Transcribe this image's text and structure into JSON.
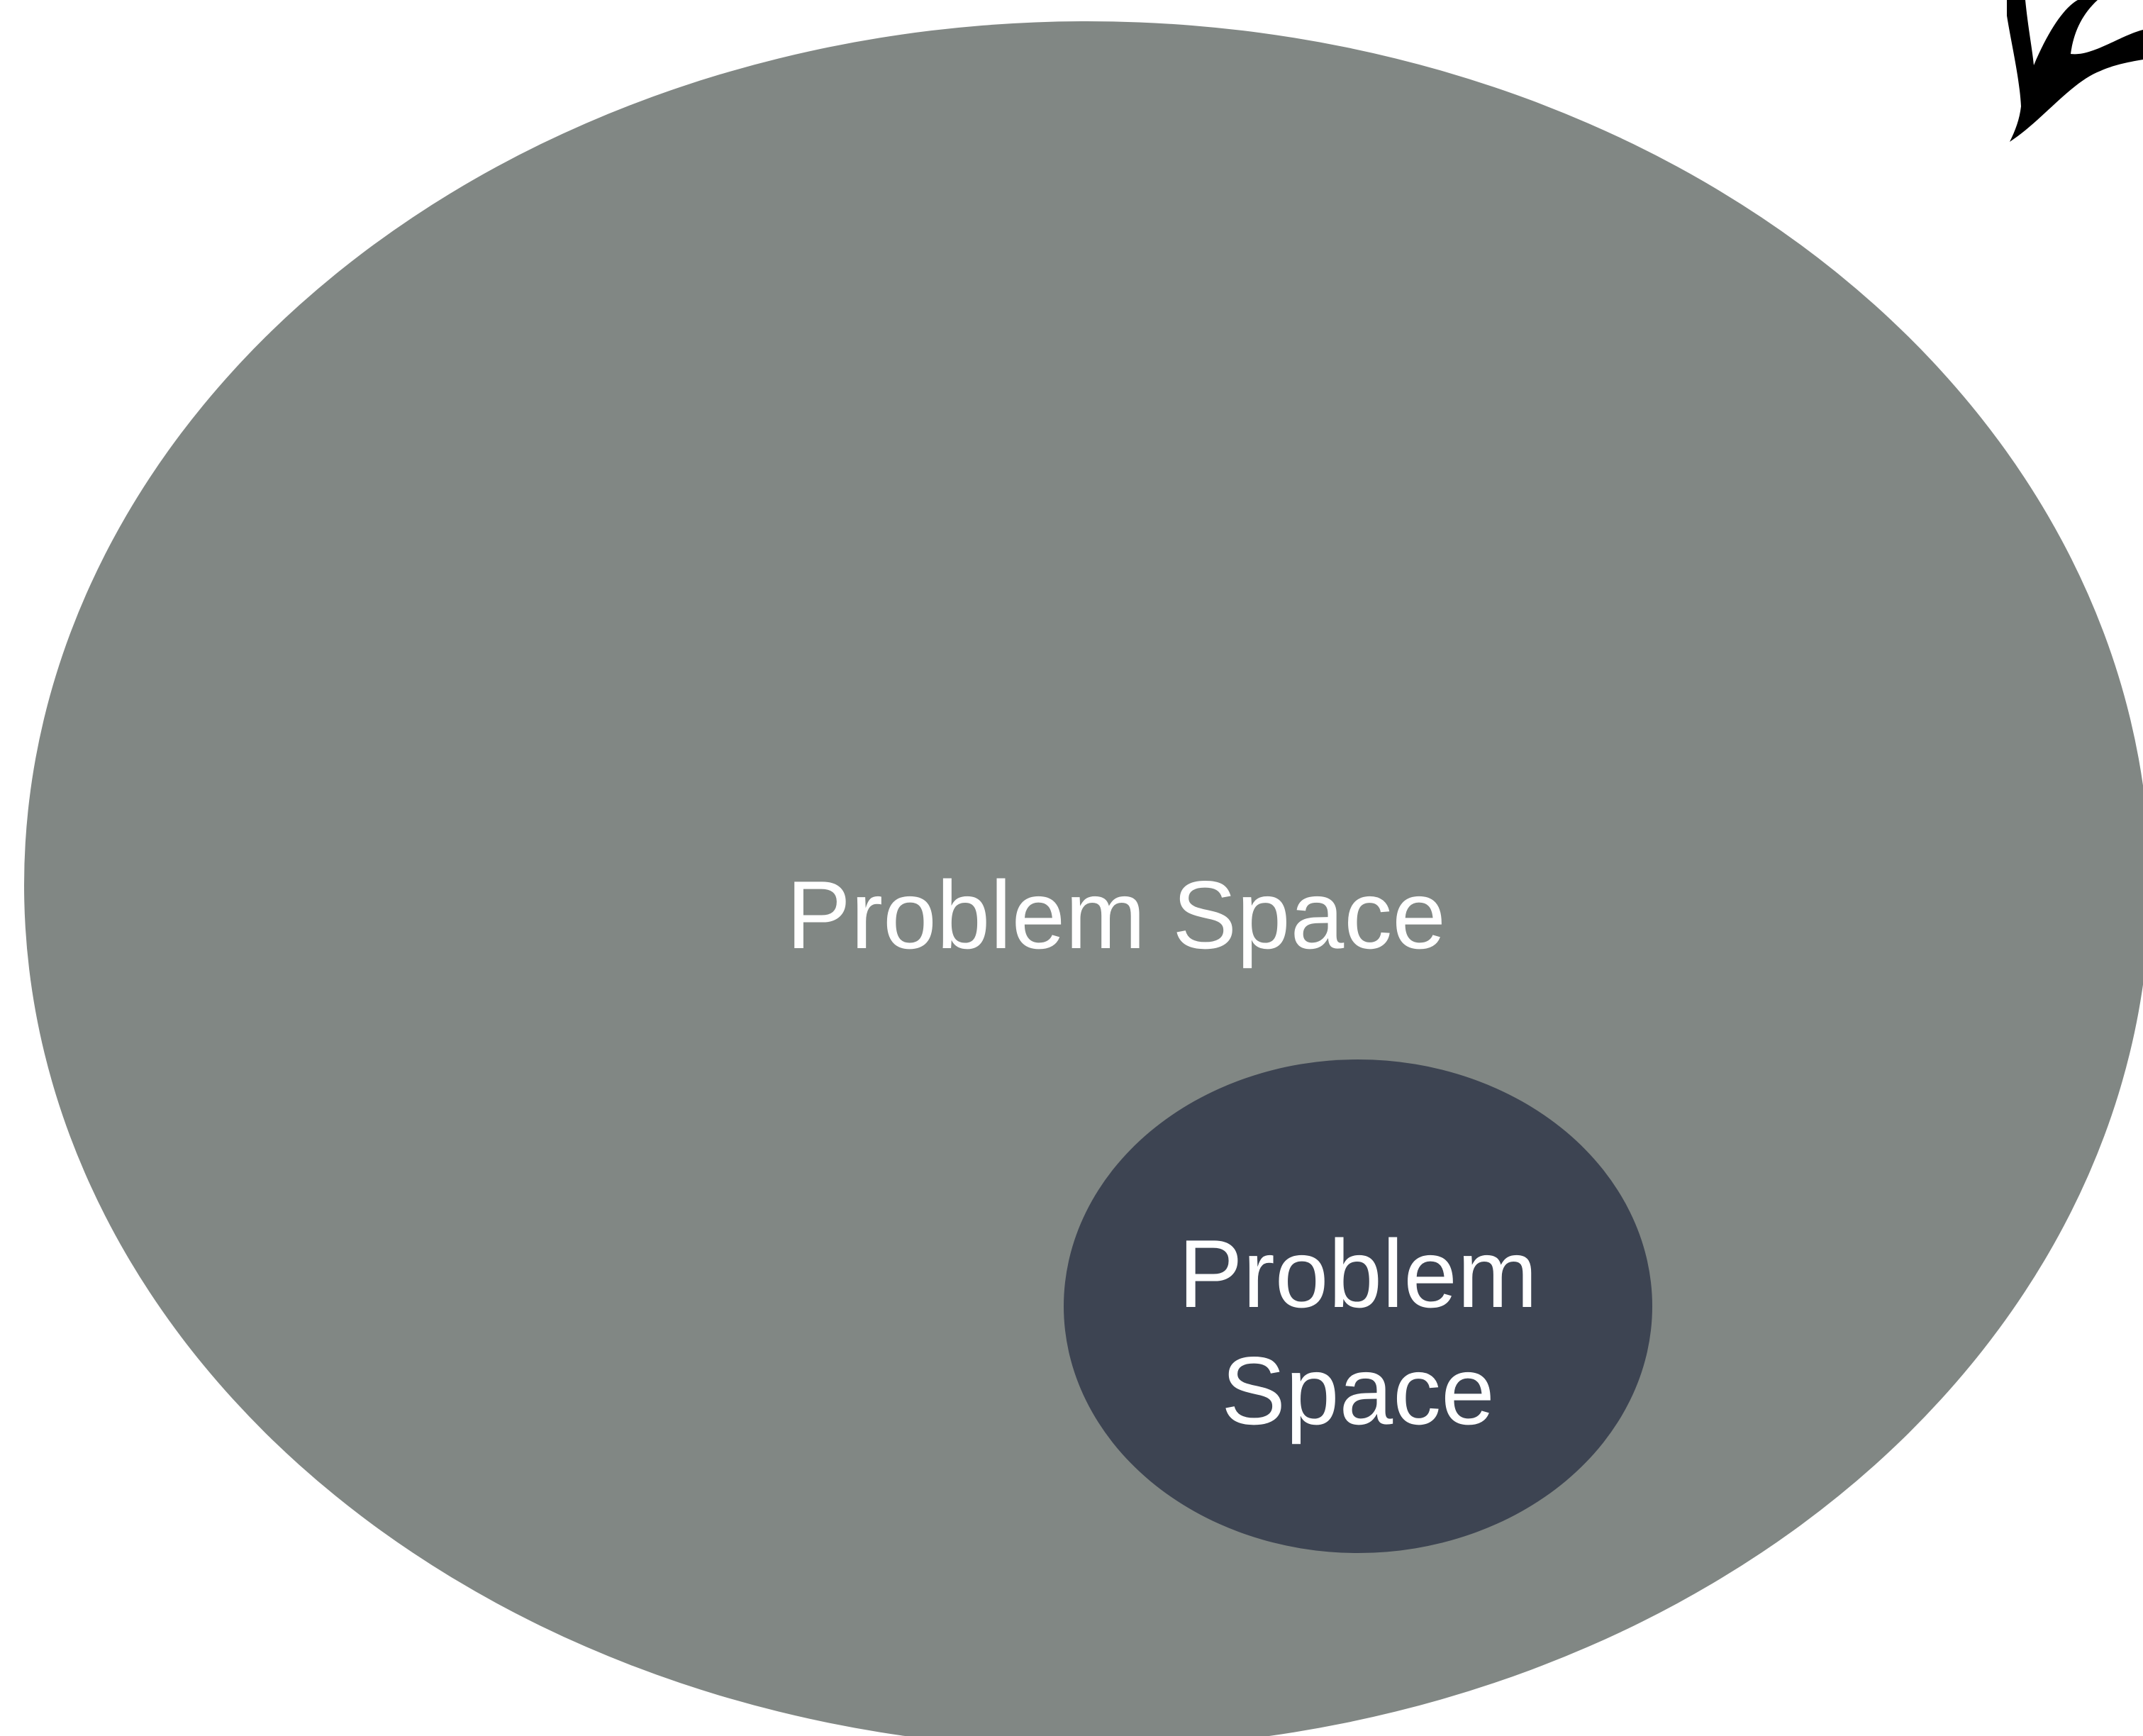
{
  "diagram": {
    "outer_space": {
      "label": "Problem Space",
      "color": "#818784"
    },
    "inner_space": {
      "label_line1": "Problem",
      "label_line2": "Space",
      "color": "#3d4452"
    },
    "corner_decoration": {
      "icon": "brush-stroke-icon",
      "color": "#000000"
    },
    "background": "#ffffff"
  }
}
